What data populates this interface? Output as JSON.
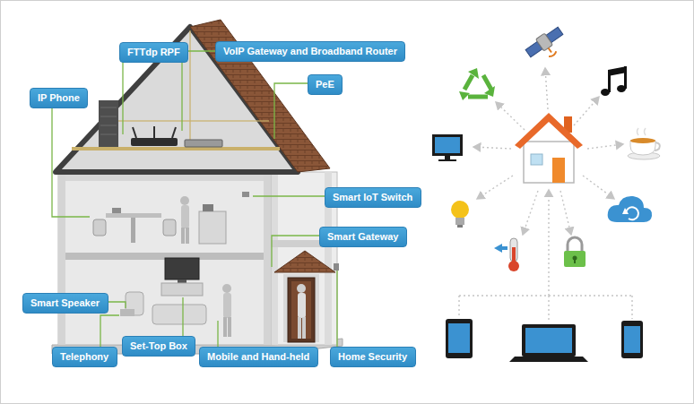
{
  "diagram": {
    "nodes": [
      {
        "text": [
          "FTTdp RPF"
        ]
      },
      {
        "text": [
          "VoIP Gateway and Broadband Router"
        ]
      },
      {
        "text": [
          "PeE"
        ]
      },
      {
        "text": [
          "IP Phone"
        ]
      },
      {
        "text": [
          "Smart IoT Switch"
        ]
      },
      {
        "text": [
          "Smart Gateway"
        ]
      },
      {
        "text": [
          "Smart Speaker"
        ]
      },
      {
        "text": [
          "Set-Top Box"
        ]
      },
      {
        "text": [
          "Telephony"
        ]
      },
      {
        "text": [
          "Mobile and Hand-held"
        ]
      },
      {
        "text": [
          "Home Security"
        ]
      }
    ]
  }
}
